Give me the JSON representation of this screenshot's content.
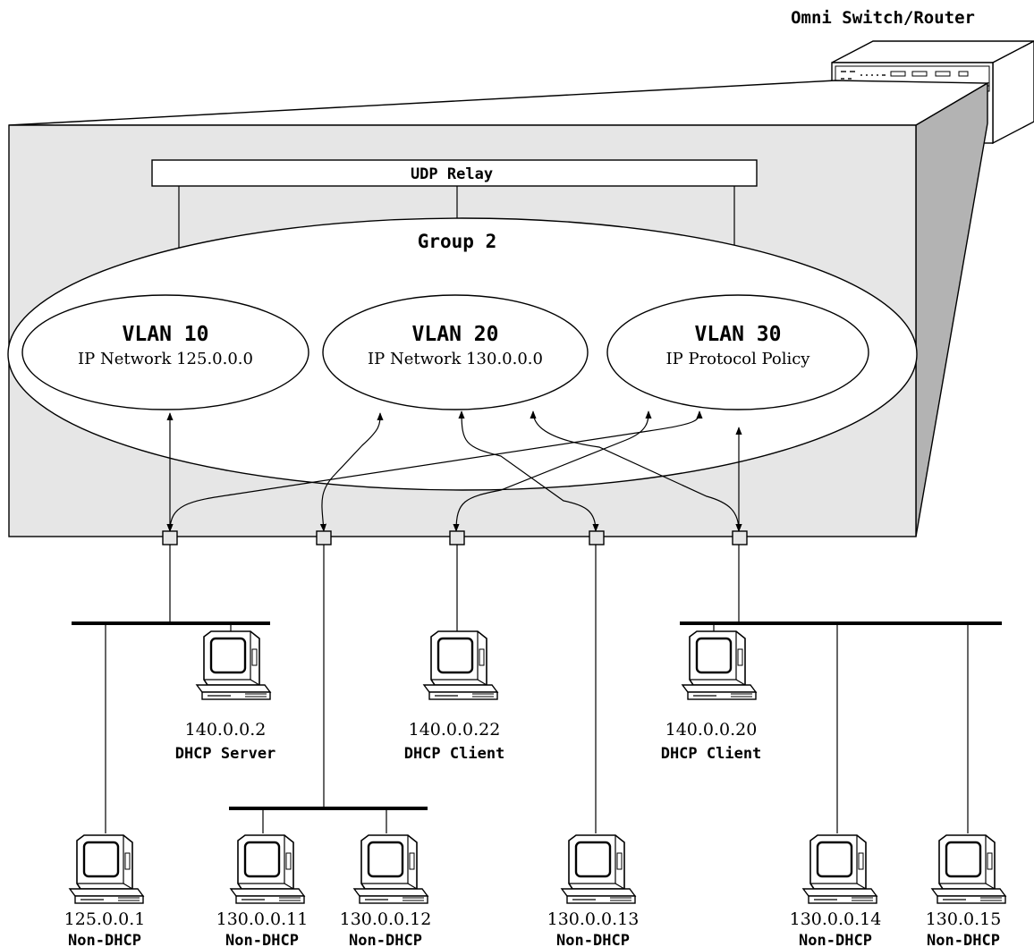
{
  "device": {
    "title": "Omni Switch/Router"
  },
  "relay": {
    "label": "UDP Relay"
  },
  "group": {
    "label": "Group 2"
  },
  "vlans": [
    {
      "name": "VLAN 10",
      "desc": "IP Network 125.0.0.0"
    },
    {
      "name": "VLAN 20",
      "desc": "IP Network 130.0.0.0"
    },
    {
      "name": "VLAN 30",
      "desc": "IP Protocol Policy"
    }
  ],
  "hosts": [
    {
      "ip": "140.0.0.2",
      "role": "DHCP Server"
    },
    {
      "ip": "140.0.0.22",
      "role": "DHCP Client"
    },
    {
      "ip": "140.0.0.20",
      "role": "DHCP Client"
    },
    {
      "ip": "125.0.0.1",
      "role": "Non-DHCP"
    },
    {
      "ip": "130.0.0.11",
      "role": "Non-DHCP"
    },
    {
      "ip": "130.0.0.12",
      "role": "Non-DHCP"
    },
    {
      "ip": "130.0.0.13",
      "role": "Non-DHCP"
    },
    {
      "ip": "130.0.0.14",
      "role": "Non-DHCP"
    },
    {
      "ip": "130.0.15",
      "role": "Non-DHCP"
    }
  ],
  "colors": {
    "panel": "#e6e6e6",
    "panel_side": "#b3b3b3",
    "line": "#000000"
  }
}
